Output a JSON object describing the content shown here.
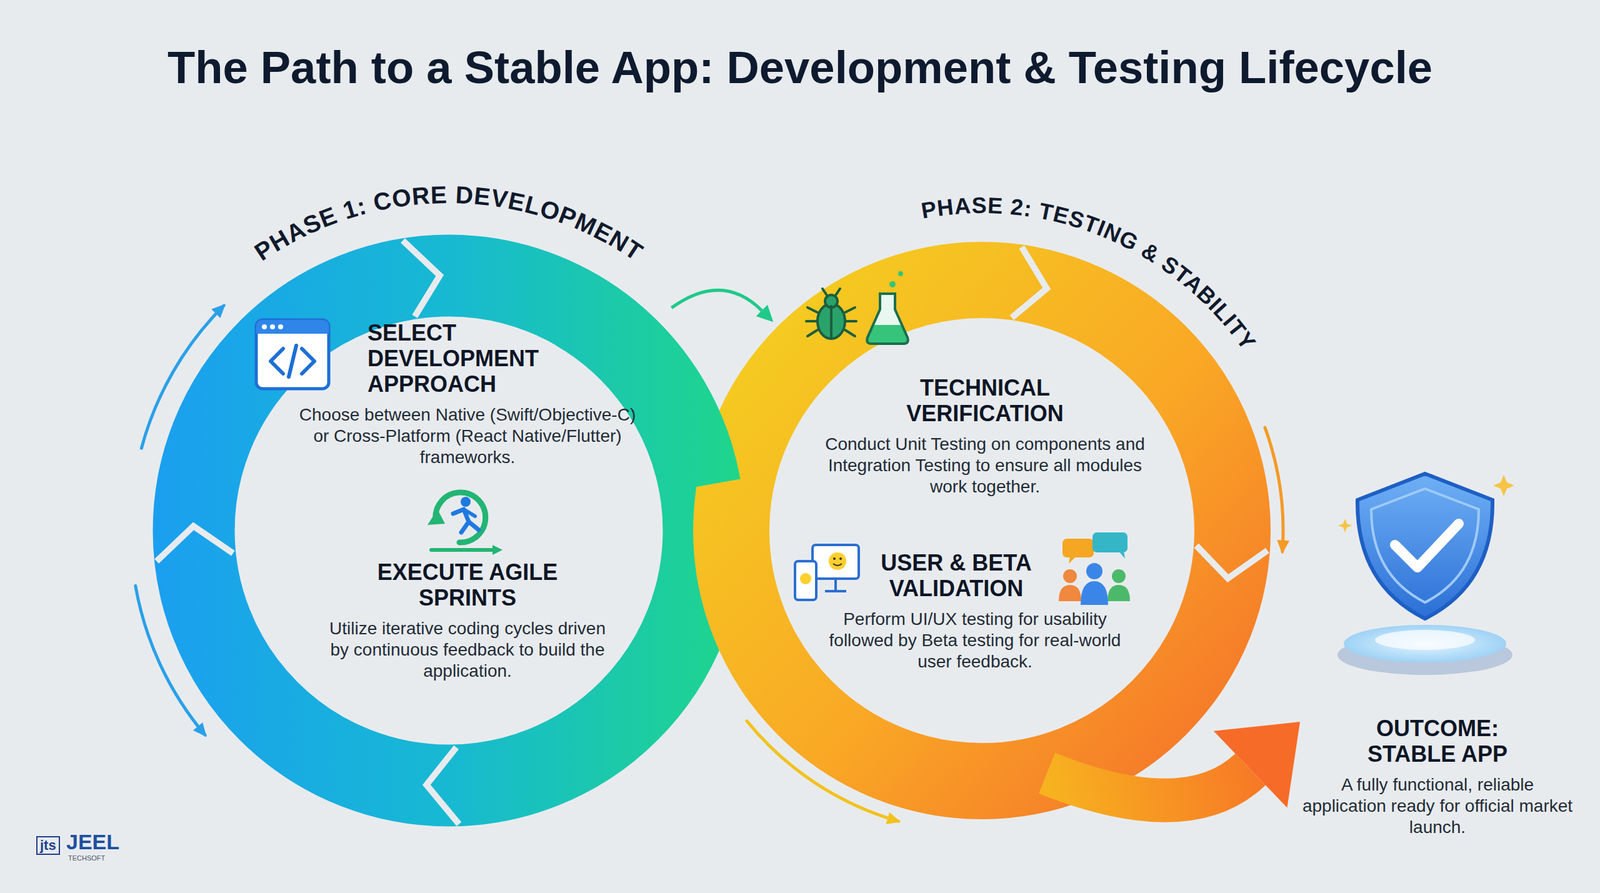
{
  "diagram": {
    "title": "The Path to a Stable App: Development & Testing Lifecycle",
    "nodes": [
      {
        "text": [
          "PHASE 1: CORE DEVELOPMENT"
        ]
      },
      {
        "text": [
          "SELECT DEVELOPMENT APPROACH",
          "Choose between Native (Swift/Objective-C) or Cross-Platform (React Native/Flutter) frameworks."
        ],
        "in": 0
      },
      {
        "text": [
          "EXECUTE AGILE SPRINTS",
          "Utilize iterative coding cycles driven by continuous feedback to build the application."
        ],
        "in": 0
      },
      {
        "text": [
          "PHASE 2: TESTING & STABILITY"
        ]
      },
      {
        "text": [
          "TECHNICAL VERIFICATION",
          "Conduct Unit Testing on components and Integration Testing to ensure all modules work together."
        ],
        "in": 3
      },
      {
        "text": [
          "USER & BETA VALIDATION",
          "Perform UI/UX testing for usability followed by Beta testing for real-world user feedback."
        ],
        "in": 3
      },
      {
        "text": [
          "OUTCOME: STABLE APP",
          "A fully functional, reliable application ready for official market launch."
        ]
      }
    ],
    "edges": [
      {
        "from": 0,
        "to": 3,
        "arrow": "to"
      },
      {
        "from": 3,
        "to": 6,
        "arrow": "to"
      }
    ],
    "labels": [
      "jts",
      "JEEL",
      "TECHSOFT"
    ]
  }
}
